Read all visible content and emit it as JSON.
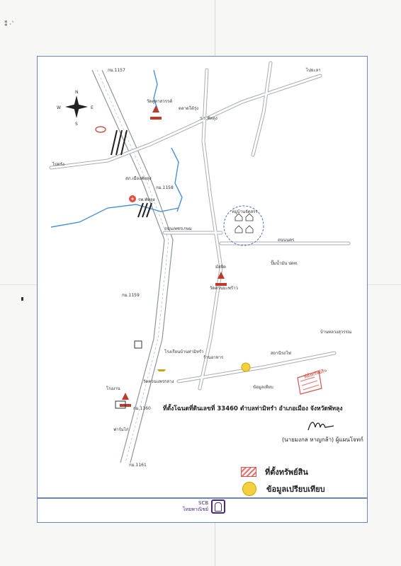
{
  "compass": {
    "n": "N",
    "s": "S",
    "e": "E",
    "w": "W"
  },
  "map_labels": [
    {
      "id": "road_right_top",
      "text": "ไปยะลา"
    },
    {
      "id": "road_left",
      "text": "ไปตรัง"
    },
    {
      "id": "km_top",
      "text": "กม.1157"
    },
    {
      "id": "km_mid",
      "text": "กม.1158"
    },
    {
      "id": "km_low",
      "text": "กม.1159"
    },
    {
      "id": "km_bottom",
      "text": "กม.1160"
    },
    {
      "id": "km_last",
      "text": "กม.1161"
    },
    {
      "id": "hospital",
      "text": "รพ.พัทลุง"
    },
    {
      "id": "temple1",
      "text": "วัดคูหาสวรรค์"
    },
    {
      "id": "market",
      "text": "ตลาดโต้รุ่ง"
    },
    {
      "id": "school",
      "text": "ร.ร.พัทลุง"
    },
    {
      "id": "police",
      "text": "สภ.เมืองพัทลุง"
    },
    {
      "id": "village",
      "text": "หมู่บ้านจัดสรร"
    },
    {
      "id": "road_mid",
      "text": "ถนนเพชรเกษม"
    },
    {
      "id": "road_right",
      "text": "ถนนนคร"
    },
    {
      "id": "temple2",
      "text": "วัดควนมะพร้าว"
    },
    {
      "id": "mosque",
      "text": "มัสยิด"
    },
    {
      "id": "pump",
      "text": "ปั๊มน้ำมัน ปตท."
    },
    {
      "id": "shop",
      "text": "ร้านอาหาร"
    },
    {
      "id": "temple3",
      "text": "วัดควนแพรกลาง"
    },
    {
      "id": "subject",
      "text": "ที่ตั้งทรัพย์สิน"
    },
    {
      "id": "comp",
      "text": "ข้อมูลเทียบ"
    },
    {
      "id": "school2",
      "text": "โรงเรียนบ้านท่ามิหรำ"
    },
    {
      "id": "station",
      "text": "สถานีรถไฟ"
    },
    {
      "id": "factory",
      "text": "โรงงาน"
    },
    {
      "id": "farm",
      "text": "ฟาร์มไก่"
    },
    {
      "id": "village2",
      "text": "บ้านหลวงสุวรรณ"
    }
  ],
  "caption": "ที่ตั้งโฉนดที่ดินเลขที่ 33460 ตำบลท่ามิหรำ อำเภอเมือง จังหวัดพัทลุง",
  "signer": "(นายมงกล หาญกล้า) ผู้แผนโจทก์",
  "legend": {
    "subject_label": "ที่ตั้งทรัพย์สิน",
    "comp_label": "ข้อมูลเปรียบเทียบ"
  },
  "logo": {
    "line1": "SCB",
    "line2": "ไทยพาณิชย์"
  },
  "colors": {
    "frame": "#6c86c4",
    "river": "#4a90d9",
    "road": "#9aa3ad",
    "subject": "#e57373",
    "comp": "#f4d03f",
    "logo": "#4b2a7b"
  }
}
